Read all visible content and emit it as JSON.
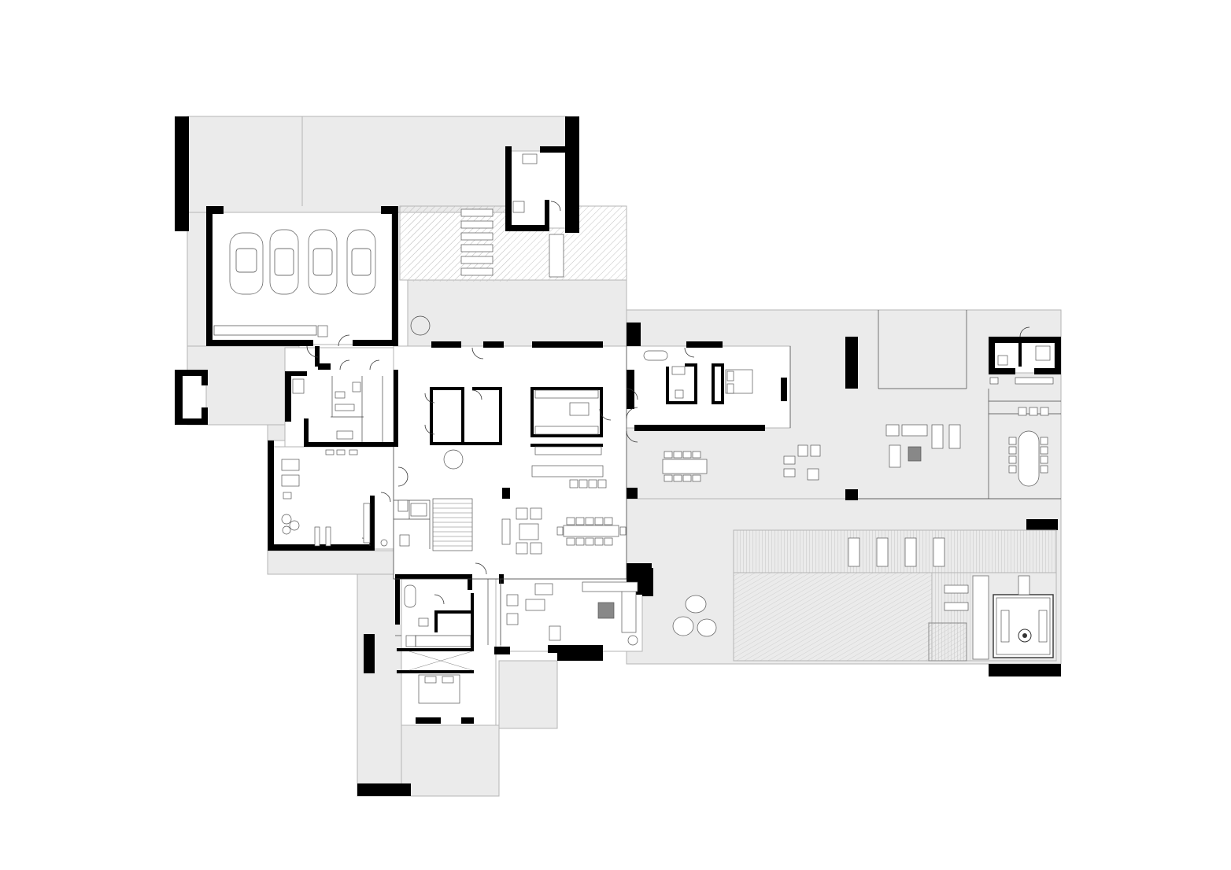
{
  "palette": {
    "background": "#ffffff",
    "paving": "#ebebeb",
    "interior": "#ffffff",
    "wall": "#000000",
    "line": "#b4b4b4",
    "hatch": "#cfcfcf"
  },
  "garage": {
    "cars": 4
  },
  "dining_table": {
    "chairs": 12
  },
  "terrace_tables": {
    "chairs": 10
  },
  "sun_loungers": 4,
  "round_stools": 3
}
